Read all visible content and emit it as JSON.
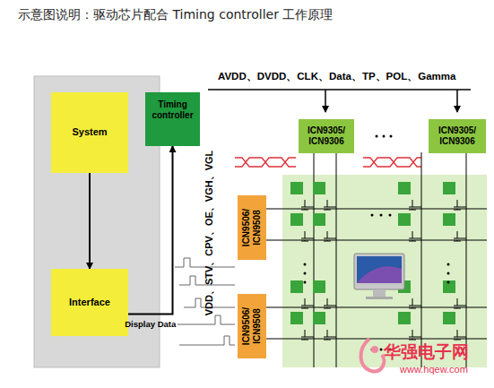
{
  "diagram": {
    "title": "示意图说明：驱动芯片配合 Timing controller 工作原理",
    "nodes": [
      {
        "text": [
          "System"
        ]
      },
      {
        "text": [
          "Interface"
        ]
      },
      {
        "text": [
          "Timing controller"
        ]
      },
      {
        "text": [
          "ICN9305/ ICN9306"
        ]
      },
      {
        "text": [
          "ICN9305/ ICN9306"
        ]
      },
      {
        "text": [
          "ICN9506/ ICN9508"
        ]
      },
      {
        "text": [
          "ICN9506/ ICN9508"
        ]
      }
    ],
    "edges": [
      {
        "from": 0,
        "to": 1,
        "arrow": "to"
      },
      {
        "from": 1,
        "to": 2,
        "label": "Display Data",
        "arrow": "to"
      }
    ],
    "labels": [
      "AVDD、DVDD、CLK、Data、TP、POL、Gamma",
      "VDD、STV、CPV、OE、VGH、VGL",
      "华强电子网",
      "www.hqew.com"
    ]
  }
}
